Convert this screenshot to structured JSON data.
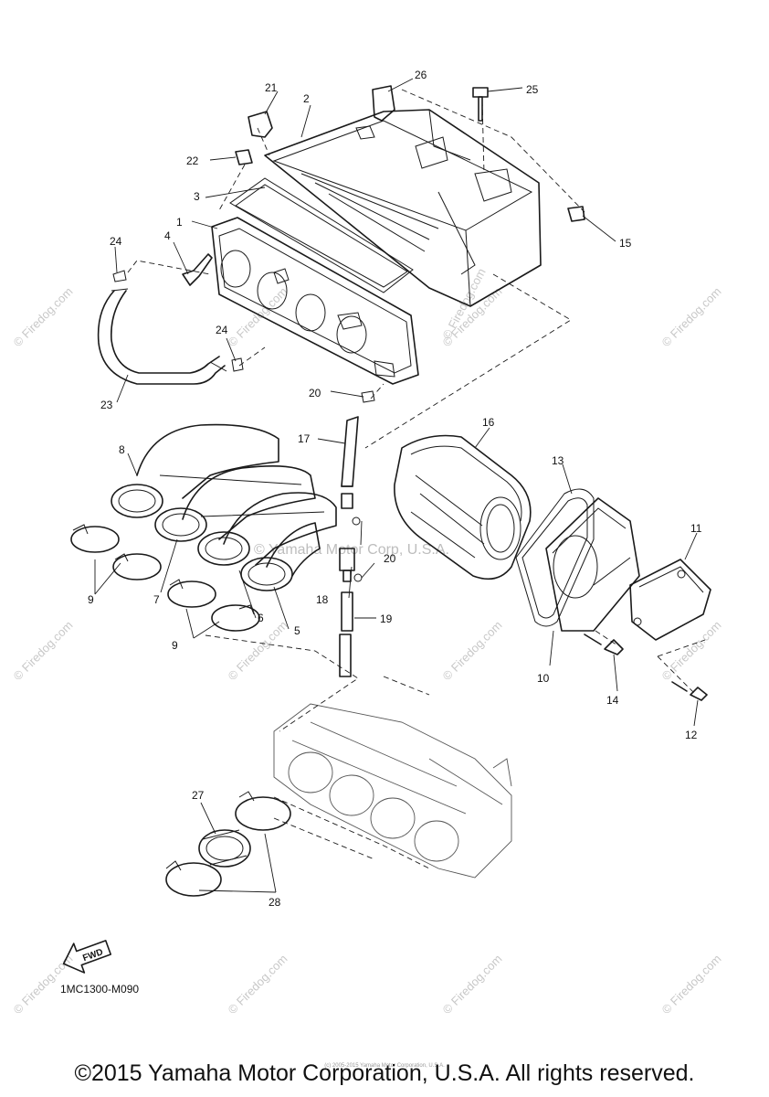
{
  "diagram_code": "1MC1300-M090",
  "fwd_label": "FWD",
  "watermark": "© Firedog.com",
  "center_watermark": "© Yamaha Motor Corp, U.S.A.",
  "footer_small": "(c) 2005-2015 Yamaha Motor Corporation, U.S.A.",
  "copyright": "©2015 Yamaha Motor Corporation, U.S.A. All rights reserved.",
  "callouts": {
    "n1": "1",
    "n2": "2",
    "n3": "3",
    "n4": "4",
    "n5": "5",
    "n6": "6",
    "n7": "7",
    "n8": "8",
    "n9a": "9",
    "n9b": "9",
    "n10": "10",
    "n11": "11",
    "n12": "12",
    "n13": "13",
    "n14": "14",
    "n15": "15",
    "n16": "16",
    "n17": "17",
    "n18": "18",
    "n19": "19",
    "n20a": "20",
    "n20b": "20",
    "n21": "21",
    "n22": "22",
    "n23": "23",
    "n24a": "24",
    "n24b": "24",
    "n25": "25",
    "n26": "26",
    "n27": "27",
    "n28": "28"
  }
}
